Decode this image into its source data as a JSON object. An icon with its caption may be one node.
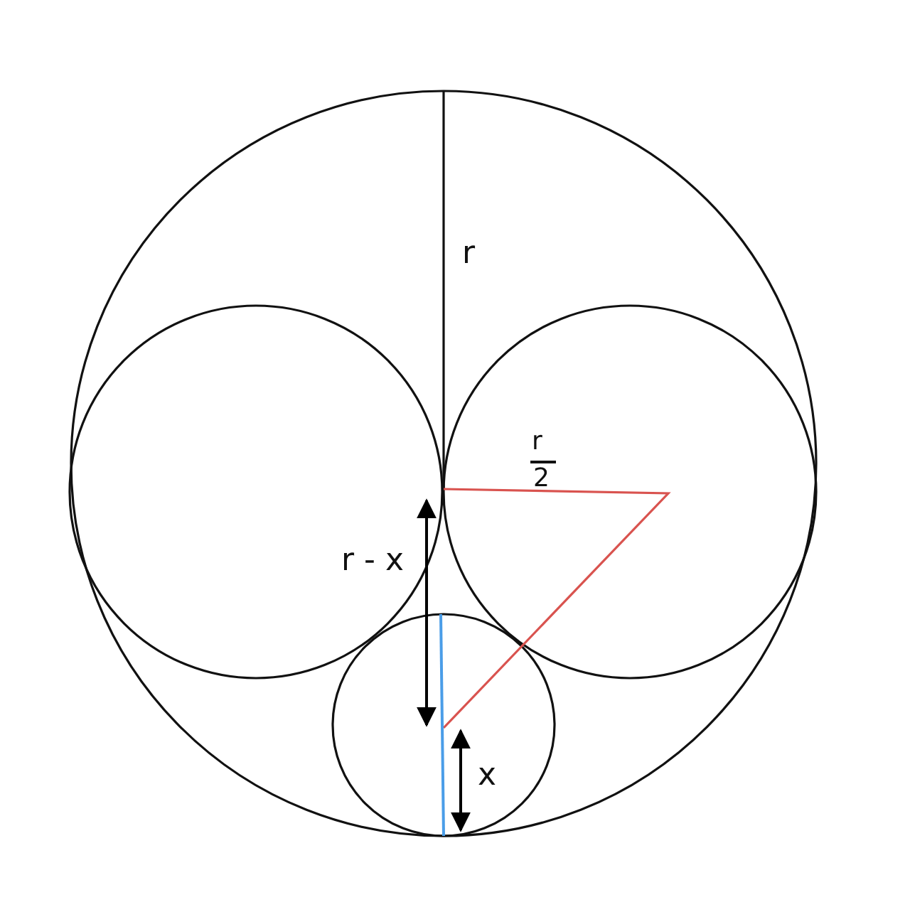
{
  "diagram": {
    "labels": [
      "r",
      "r",
      "2",
      "r - x",
      "x"
    ]
  }
}
